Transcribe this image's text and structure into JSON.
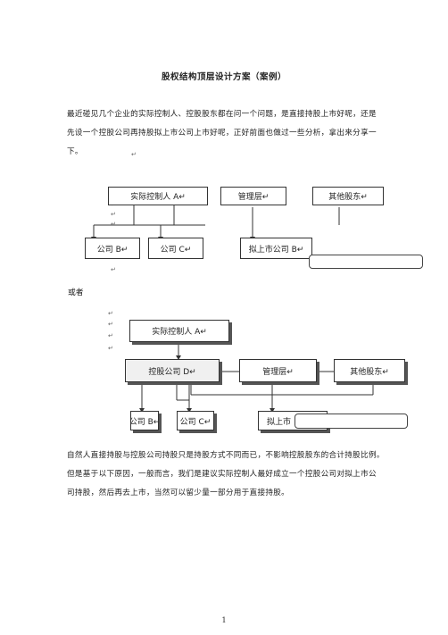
{
  "doc": {
    "title": "股权结构顶层设计方案（案例）",
    "intro_lines": [
      "最近碰见几个企业的实际控制人、控股股东都在问一个问题，是直接持股上市好呢，还是",
      "先设一个控股公司再持股拟上市公司上市好呢，正好前面也做过一些分析，拿出来分享一",
      "下。"
    ],
    "or_label": "或者",
    "conclusion_lines": [
      "自然人直接持股与控股公司持股只是持股方式不同而已，不影响控股股东的合计持股比例。",
      "但是基于以下原因，一般而言，我们是建议实际控制人最好成立一个控股公司对拟上市公",
      "司持股，然后再去上市，当然可以留少量一部分用于直接持股。"
    ],
    "page_number": "1",
    "para_mark": "↵"
  },
  "diagram1": {
    "actual_controller": "实际控制人 A↵",
    "management": "管理层↵",
    "other_shareholders": "其他股东↵",
    "company_b": "公司 B↵",
    "company_c": "公司 C↵",
    "listing_company": "拟上市公司 B↵"
  },
  "diagram2": {
    "actual_controller": "实际控制人 A↵",
    "holding_company": "控股公司 D↵",
    "management": "管理层↵",
    "other_shareholders": "其他股东↵",
    "company_b": "公司 B↵",
    "company_c": "公司 C↵",
    "listing_company": "拟上市"
  }
}
